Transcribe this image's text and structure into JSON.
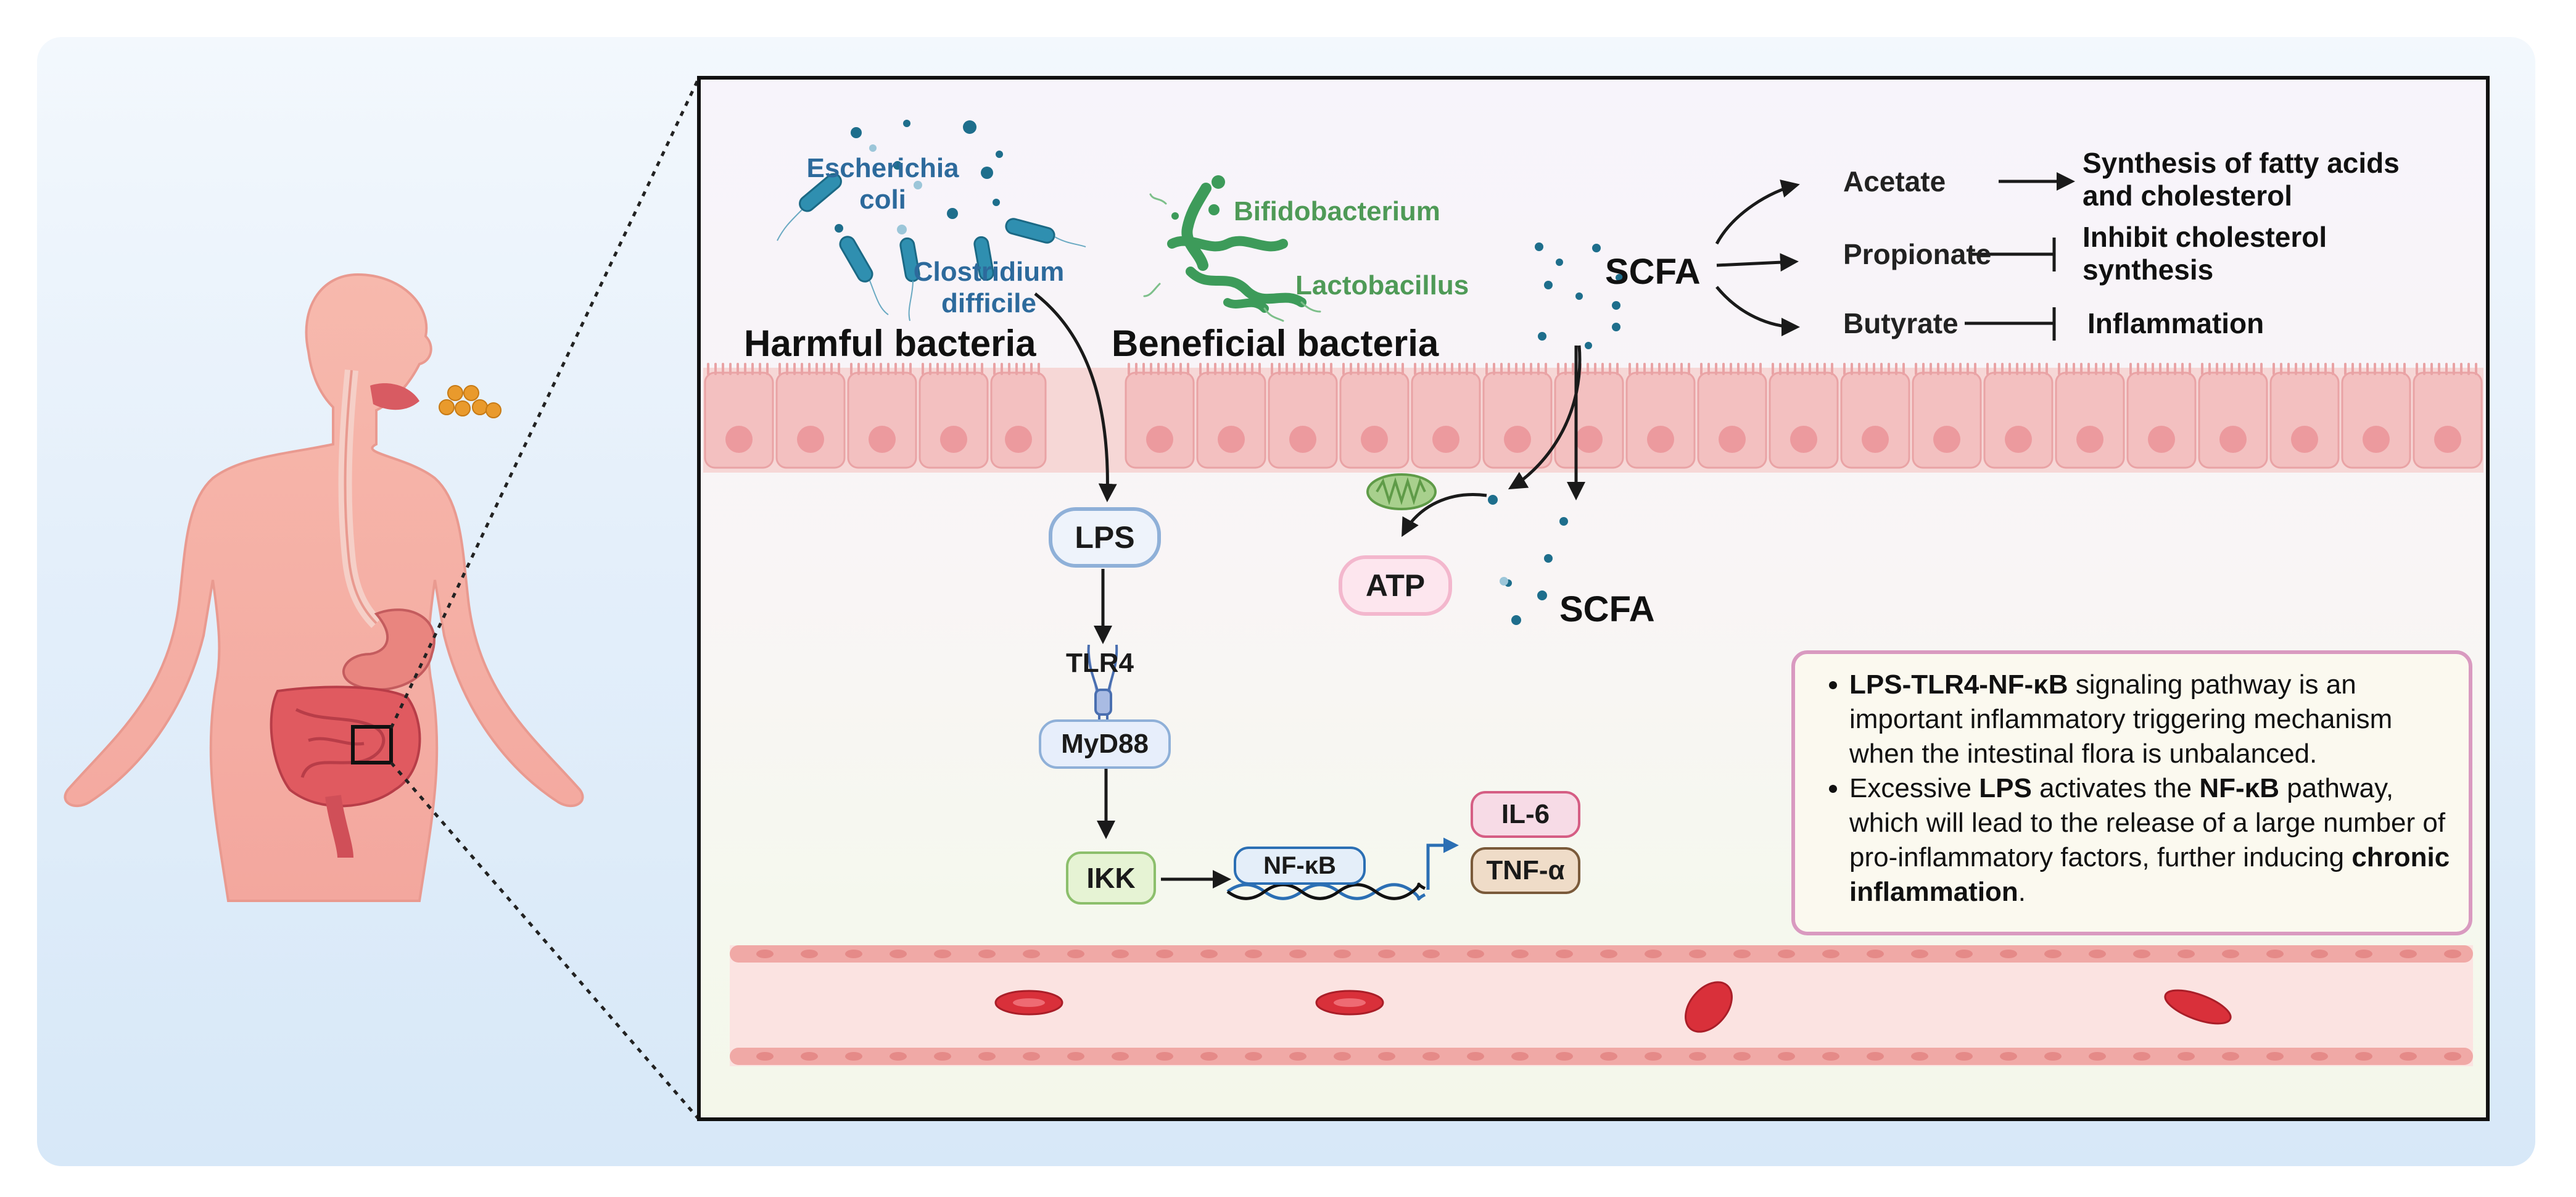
{
  "bacteria": {
    "harmful_title": "Harmful bacteria",
    "beneficial_title": "Beneficial bacteria",
    "ecoli_line1": "Escherichia",
    "ecoli_line2": "coli",
    "clostridium_line1": "Clostridium",
    "clostridium_line2": "difficile",
    "bifidobacterium": "Bifidobacterium",
    "lactobacillus": "Lactobacillus"
  },
  "scfa": {
    "label_top": "SCFA",
    "label_bottom": "SCFA",
    "acids": [
      {
        "name": "Acetate",
        "effect_line1": "Synthesis of fatty acids",
        "effect_line2": "and cholesterol",
        "relation": "promote"
      },
      {
        "name": "Propionate",
        "effect_line1": "Inhibit cholesterol",
        "effect_line2": "synthesis",
        "relation": "inhibit"
      },
      {
        "name": "Butyrate",
        "effect_line1": "Inflammation",
        "effect_line2": "",
        "relation": "inhibit"
      }
    ]
  },
  "pathway": {
    "lps": "LPS",
    "tlr4": "TLR4",
    "myd88": "MyD88",
    "ikk": "IKK",
    "nfkb": "NF-κB",
    "il6": "IL-6",
    "tnfa": "TNF-α",
    "atp": "ATP"
  },
  "note": {
    "b1_bold": "LPS-TLR4-NF-κB",
    "b1_rest": " signaling pathway is an important inflammatory triggering mechanism when the intestinal flora is unbalanced.",
    "b2_a": "Excessive ",
    "b2_b": "LPS",
    "b2_c": " activates the ",
    "b2_d": "NF-κB",
    "b2_e": " pathway, which will lead to the release of a large number of pro-inflammatory factors, further inducing ",
    "b2_f": "chronic inflammation",
    "b2_g": "."
  },
  "colors": {
    "harmful_text": "#2d6a9c",
    "beneficial_text": "#4f9a57",
    "epithelium": "#f3c0c0",
    "blood_vessel": "#f0a9a6",
    "lps_border": "#8fb0d8",
    "ikk_fill": "#e6f3d4",
    "il6_fill": "#f7dbe6",
    "tnf_fill": "#efdcc8",
    "atp_fill": "#fde6ee",
    "note_border": "#d99ac0"
  }
}
